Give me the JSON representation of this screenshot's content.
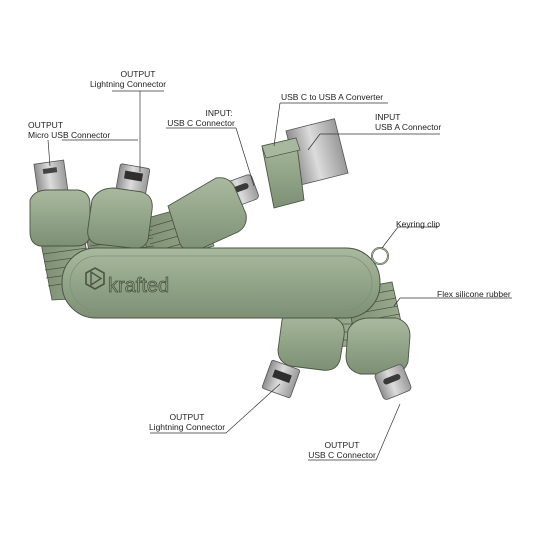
{
  "brand": {
    "name": "krafted",
    "logo": "hexagon-play-logo",
    "body_color": "#94a68a",
    "outline_color": "#4a5544"
  },
  "callouts": {
    "lightning_top": {
      "line1": "OUTPUT",
      "line2": "Lightning Connector"
    },
    "micro_usb": {
      "line1": "OUTPUT",
      "line2": "Micro USB Connector"
    },
    "usbc_input": {
      "line1": "INPUT:",
      "line2": "USB C Connector"
    },
    "converter": {
      "line1": "USB C to USB A Converter"
    },
    "usba_input": {
      "line1": "INPUT",
      "line2": "USB A Connector"
    },
    "keyring": {
      "line1": "Keyring clip"
    },
    "flex": {
      "line1": "Flex silicone rubber"
    },
    "lightning_bottom": {
      "line1": "OUTPUT",
      "line2": "Lightning Connector"
    },
    "usbc_output": {
      "line1": "OUTPUT",
      "line2": "USB C Connector"
    }
  }
}
